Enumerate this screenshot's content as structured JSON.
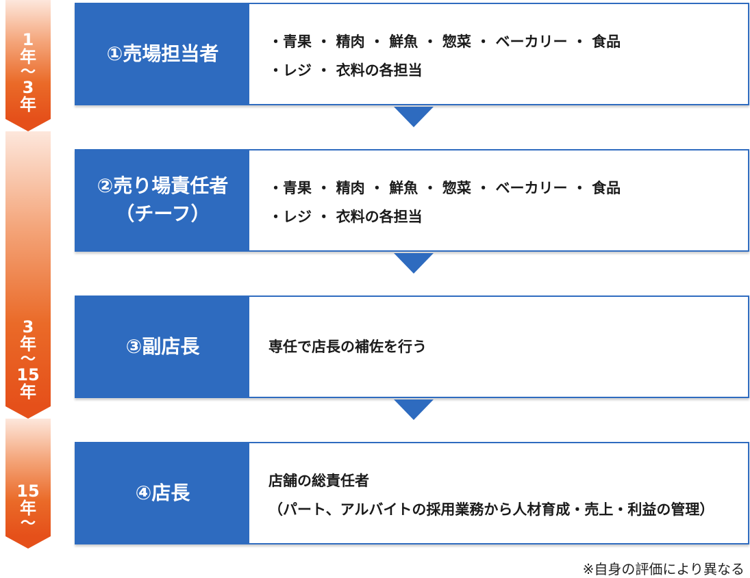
{
  "periods": [
    {
      "start": "1",
      "unit_a": "年",
      "tilde": "～",
      "end": "3",
      "unit_b": "年"
    },
    {
      "start": "3",
      "unit_a": "年",
      "tilde": "～",
      "end": "15",
      "unit_b": "年"
    },
    {
      "start": "15",
      "unit_a": "年",
      "tilde": "～"
    }
  ],
  "steps": [
    {
      "title_lines": [
        "①売場担当者"
      ],
      "body_lines": [
        "・青果 ・ 精肉 ・ 鮮魚 ・ 惣菜 ・ ベーカリー ・ 食品",
        "・レジ ・ 衣料の各担当"
      ]
    },
    {
      "title_lines": [
        "②売り場責任者",
        "（チーフ）"
      ],
      "body_lines": [
        "・青果 ・ 精肉 ・ 鮮魚 ・ 惣菜 ・ ベーカリー ・ 食品",
        "・レジ ・ 衣料の各担当"
      ]
    },
    {
      "title_lines": [
        "③副店長"
      ],
      "body_lines": [
        "専任で店長の補佐を行う"
      ]
    },
    {
      "title_lines": [
        "④店長"
      ],
      "body_lines": [
        "店舗の総責任者",
        "（パート、アルバイトの採用業務から人材育成・売上・利益の管理）"
      ]
    }
  ],
  "footnote": "※自身の評価により異なる",
  "colors": {
    "step_blue": "#2e6bbf",
    "period_orange": "#e5501a"
  }
}
